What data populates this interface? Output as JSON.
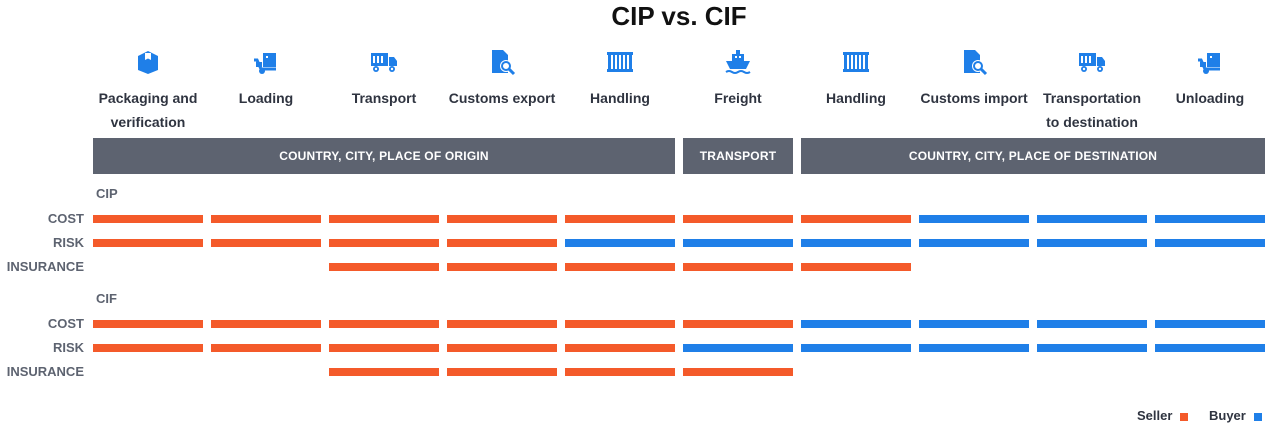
{
  "title": "CIP vs. CIF",
  "colors": {
    "seller": "#f45a2a",
    "buyer": "#1f7fe8",
    "icon": "#1f7fe8",
    "region": "#5d6370"
  },
  "steps": [
    {
      "icon": "package-icon",
      "label_lines": [
        "Packaging and",
        "verification"
      ]
    },
    {
      "icon": "hand-truck-icon",
      "label_lines": [
        "Loading"
      ]
    },
    {
      "icon": "truck-icon",
      "label_lines": [
        "Transport"
      ]
    },
    {
      "icon": "document-search-icon",
      "label_lines": [
        "Customs export"
      ]
    },
    {
      "icon": "container-icon",
      "label_lines": [
        "Handling"
      ]
    },
    {
      "icon": "ship-icon",
      "label_lines": [
        "Freight"
      ]
    },
    {
      "icon": "container-icon",
      "label_lines": [
        "Handling"
      ]
    },
    {
      "icon": "document-search-icon",
      "label_lines": [
        "Customs import"
      ]
    },
    {
      "icon": "truck-icon",
      "label_lines": [
        "Transportation",
        "to destination"
      ]
    },
    {
      "icon": "hand-truck-icon",
      "label_lines": [
        "Unloading"
      ]
    }
  ],
  "regions": [
    {
      "label": "COUNTRY, CITY, PLACE OF ORIGIN"
    },
    {
      "label": "TRANSPORT"
    },
    {
      "label": "COUNTRY, CITY, PLACE OF DESTINATION"
    }
  ],
  "sections": [
    {
      "name": "CIP",
      "rows": [
        {
          "label": "COST",
          "cells": [
            "seller",
            "seller",
            "seller",
            "seller",
            "seller",
            "seller",
            "seller",
            "buyer",
            "buyer",
            "buyer"
          ]
        },
        {
          "label": "RISK",
          "cells": [
            "seller",
            "seller",
            "seller",
            "seller",
            "buyer",
            "buyer",
            "buyer",
            "buyer",
            "buyer",
            "buyer"
          ]
        },
        {
          "label": "INSURANCE",
          "cells": [
            null,
            null,
            "seller",
            "seller",
            "seller",
            "seller",
            "seller",
            null,
            null,
            null
          ]
        }
      ]
    },
    {
      "name": "CIF",
      "rows": [
        {
          "label": "COST",
          "cells": [
            "seller",
            "seller",
            "seller",
            "seller",
            "seller",
            "seller",
            "buyer",
            "buyer",
            "buyer",
            "buyer"
          ]
        },
        {
          "label": "RISK",
          "cells": [
            "seller",
            "seller",
            "seller",
            "seller",
            "seller",
            "buyer",
            "buyer",
            "buyer",
            "buyer",
            "buyer"
          ]
        },
        {
          "label": "INSURANCE",
          "cells": [
            null,
            null,
            "seller",
            "seller",
            "seller",
            "seller",
            null,
            null,
            null,
            null
          ]
        }
      ]
    }
  ],
  "legend": {
    "seller": "Seller",
    "buyer": "Buyer"
  }
}
